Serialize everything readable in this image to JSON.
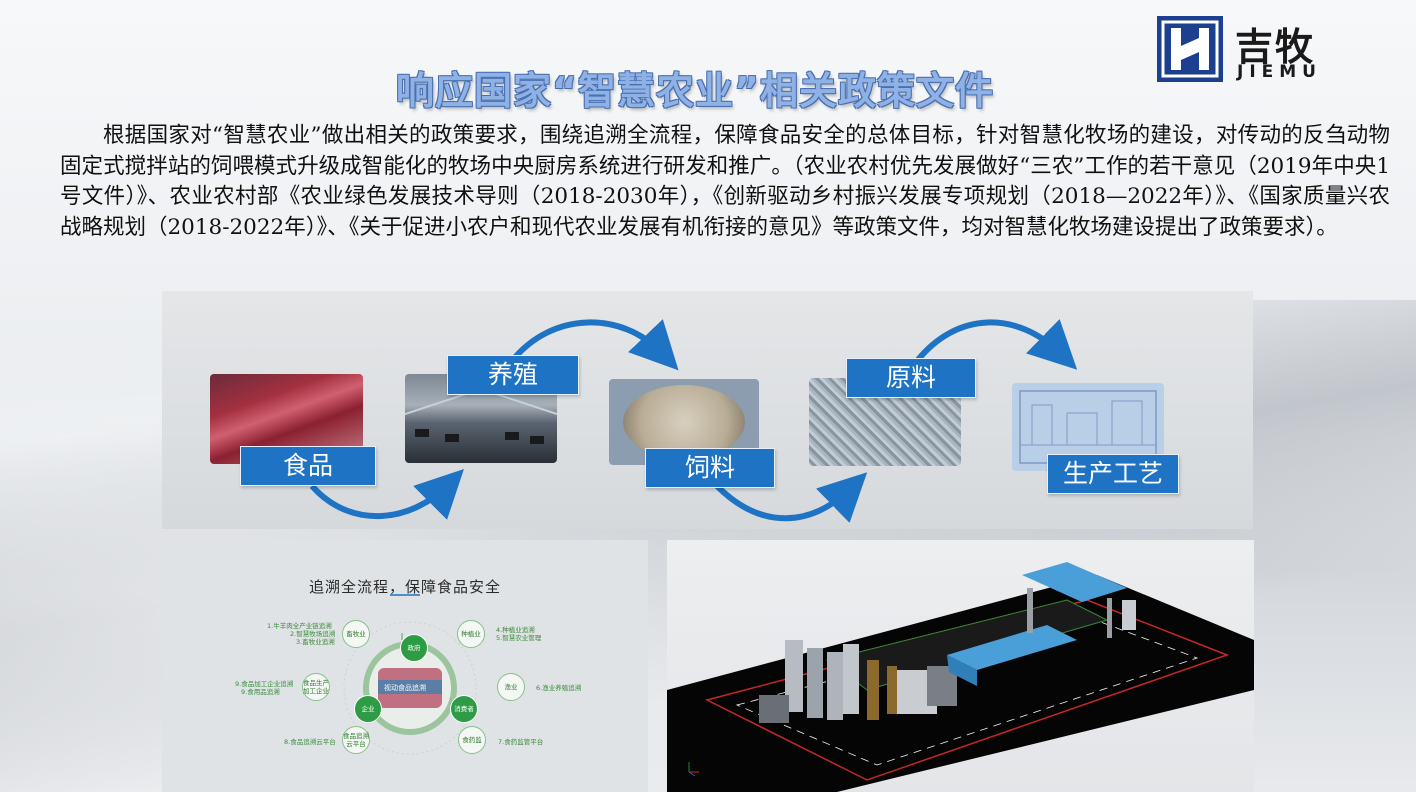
{
  "logo": {
    "name_cn": "吉牧",
    "name_en": "JIEMU",
    "brand_color": "#1d3f8f"
  },
  "title": "响应国家“智慧农业”相关政策文件",
  "paragraph": "根据国家对“智慧农业”做出相关的政策要求，围绕追溯全流程，保障食品安全的总体目标，针对智慧化牧场的建设，对传动的反刍动物固定式搅拌站的饲喂模式升级成智能化的牧场中央厨房系统进行研发和推广。（农业农村优先发展做好“三农”工作的若干意见（2019年中央1号文件）》、农业农村部《农业绿色发展技术导则（2018-2030年），《创新驱动乡村振兴发展专项规划（2018—2022年）》、《国家质量兴农战略规划（2018-2022年）》、《关于促进小农户和现代农业发展有机衔接的意见》等政策文件，均对智慧化牧场建设提出了政策要求）。",
  "flow": {
    "accent": "#1f73c4",
    "labels": [
      "食品",
      "养殖",
      "饲料",
      "原料",
      "生产工艺"
    ]
  },
  "trace": {
    "title": "追溯全流程，保障食品安全",
    "center": "视动食品追溯",
    "nodes": [
      "政府",
      "种植业",
      "渔业",
      "食药监",
      "食品追溯云平台",
      "企业",
      "消费者",
      "食品生产加工企业",
      "畜牧业"
    ],
    "notes": [
      "1.牛羊肉全产业链追溯",
      "2.智慧牧场追溯",
      "3.畜牧业追溯",
      "4.种植业追溯",
      "5.智慧农业管理",
      "6.渔业养殖追溯",
      "7.食药监管平台",
      "8.食品追溯云平台",
      "9.食品加工企业追溯",
      "9.食用品追溯"
    ]
  }
}
